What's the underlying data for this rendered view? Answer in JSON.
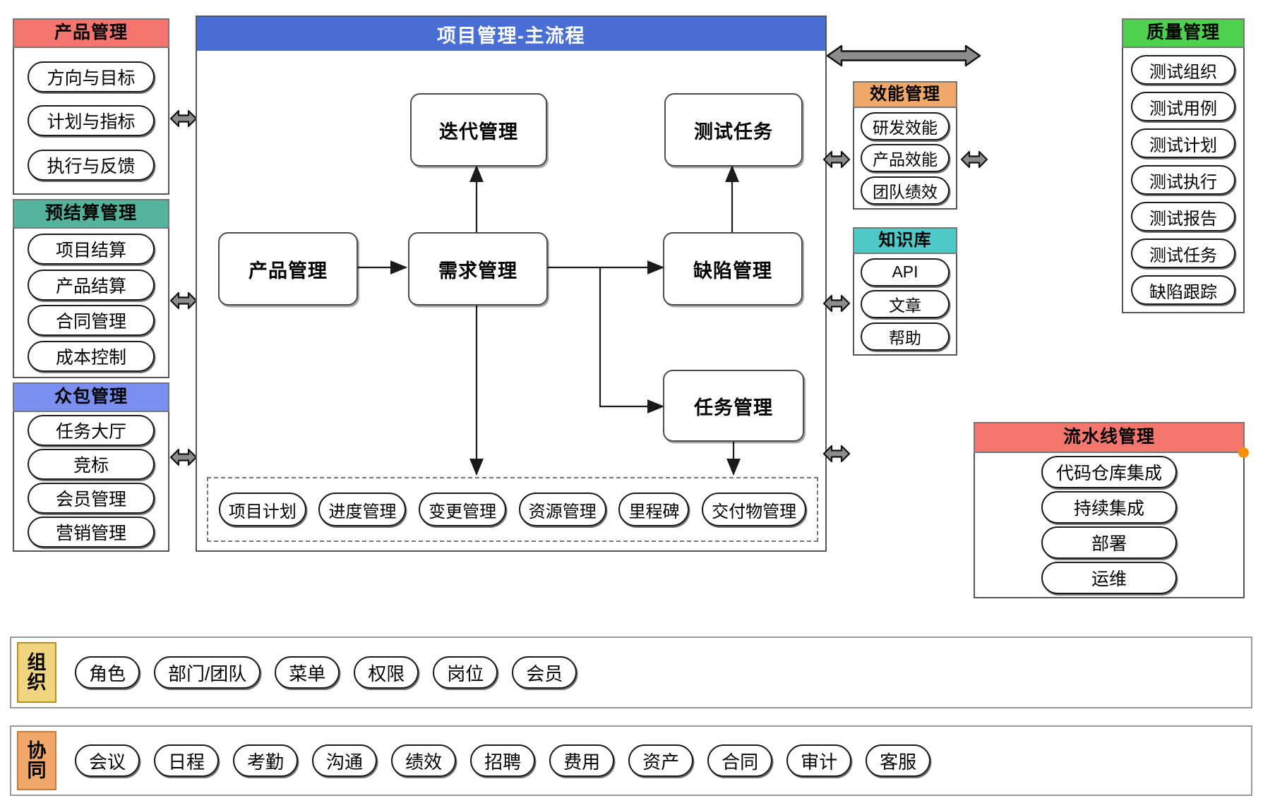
{
  "main_flow": {
    "title": "项目管理-主流程",
    "nodes": {
      "iteration": "迭代管理",
      "test_task": "测试任务",
      "product": "产品管理",
      "requirement": "需求管理",
      "defect": "缺陷管理",
      "task": "任务管理"
    },
    "sub_items": [
      "项目计划",
      "进度管理",
      "变更管理",
      "资源管理",
      "里程碑",
      "交付物管理"
    ]
  },
  "left_panels": [
    {
      "title": "产品管理",
      "color": "#f4766e",
      "items": [
        "方向与目标",
        "计划与指标",
        "执行与反馈"
      ]
    },
    {
      "title": "预结算管理",
      "color": "#54b39c",
      "items": [
        "项目结算",
        "产品结算",
        "合同管理",
        "成本控制"
      ]
    },
    {
      "title": "众包管理",
      "color": "#7a8ff0",
      "items": [
        "任务大厅",
        "竞标",
        "会员管理",
        "营销管理"
      ]
    }
  ],
  "mid_panels": [
    {
      "title": "效能管理",
      "color": "#f0a86a",
      "items": [
        "研发效能",
        "产品效能",
        "团队绩效"
      ]
    },
    {
      "title": "知识库",
      "color": "#4fc8c8",
      "items": [
        "API",
        "文章",
        "帮助"
      ]
    }
  ],
  "quality_panel": {
    "title": "质量管理",
    "color": "#4fd04f",
    "items": [
      "测试组织",
      "测试用例",
      "测试计划",
      "测试执行",
      "测试报告",
      "测试任务",
      "缺陷跟踪"
    ]
  },
  "pipeline_panel": {
    "title": "流水线管理",
    "color": "#f4766e",
    "dot_color": "#f79009",
    "items": [
      "代码仓库集成",
      "持续集成",
      "部署",
      "运维"
    ]
  },
  "bottom_bars": [
    {
      "label": "组织",
      "label_color": "#f0d480",
      "label_border": "#b98f1d",
      "items": [
        "角色",
        "部门/团队",
        "菜单",
        "权限",
        "岗位",
        "会员"
      ]
    },
    {
      "label": "协同",
      "label_color": "#f0a86a",
      "label_border": "#c97a33",
      "items": [
        "会议",
        "日程",
        "考勤",
        "沟通",
        "绩效",
        "招聘",
        "费用",
        "资产",
        "合同",
        "审计",
        "客服"
      ]
    }
  ]
}
